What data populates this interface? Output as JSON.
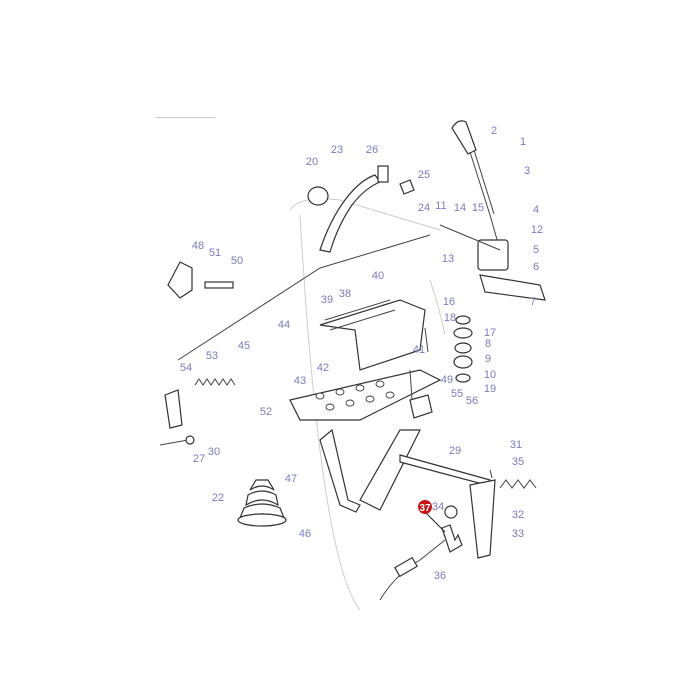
{
  "diagram": {
    "labels": [
      "1",
      "2",
      "3",
      "4",
      "12",
      "5",
      "6",
      "7",
      "13",
      "14",
      "15",
      "11",
      "24",
      "25",
      "26",
      "23",
      "20",
      "48",
      "51",
      "50",
      "40",
      "38",
      "39",
      "16",
      "18",
      "17",
      "8",
      "9",
      "10",
      "19",
      "49",
      "41",
      "44",
      "45",
      "53",
      "42",
      "43",
      "54",
      "55",
      "56",
      "52",
      "30",
      "27",
      "29",
      "31",
      "35",
      "47",
      "22",
      "46",
      "34",
      "32",
      "33",
      "36"
    ],
    "highlighted_label": "37",
    "colors": {
      "label": "#7b7bbf",
      "highlight": "#cc1111",
      "line": "#333333"
    }
  }
}
